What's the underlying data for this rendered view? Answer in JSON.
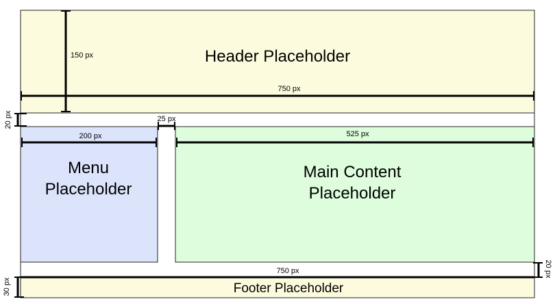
{
  "colors": {
    "header_fill": "#FDFBDE",
    "menu_fill": "#DCE4FC",
    "main_fill": "#DDFDDD",
    "footer_fill": "#FDFBDE",
    "gap_fill": "#FFFFFF",
    "outline": "#222222",
    "dimension_line": "#000000"
  },
  "regions": {
    "header": {
      "label": "Header Placeholder"
    },
    "menu": {
      "line1": "Menu",
      "line2": "Placeholder"
    },
    "main": {
      "line1": "Main Content",
      "line2": "Placeholder"
    },
    "footer": {
      "label": "Footer Placeholder"
    }
  },
  "dimensions": {
    "header_height": "150 px",
    "header_width": "750 px",
    "top_gap": "20 px",
    "menu_gap": "25 px",
    "menu_width": "200 px",
    "main_width": "525 px",
    "footer_width": "750 px",
    "bottom_gap": "20 px",
    "footer_height": "30 px"
  }
}
